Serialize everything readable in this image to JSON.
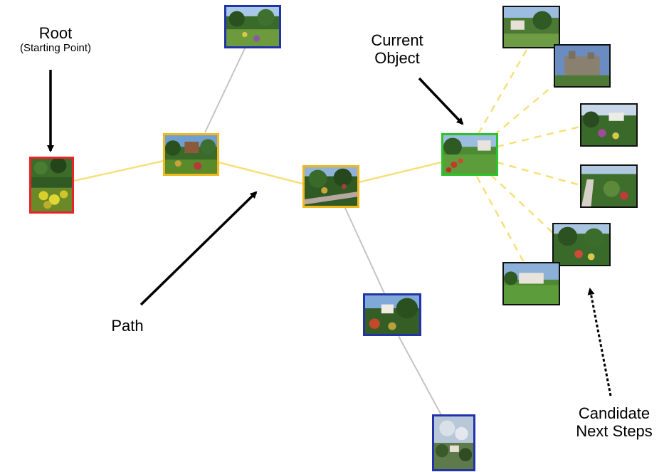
{
  "labels": {
    "root_line1": "Root",
    "root_line2": "(Starting Point)",
    "current_line1": "Current",
    "current_line2": "Object",
    "path": "Path",
    "candidate_line1": "Candidate",
    "candidate_line2": "Next Steps"
  },
  "colors": {
    "root_border": "#e8232a",
    "path_border": "#f0b81c",
    "current_border": "#2ec22e",
    "other_border": "#2233a8",
    "candidate_border": "#111111",
    "path_line": "#f7e07a",
    "other_line": "#c4c4c4",
    "candidate_line": "#f7e07a"
  },
  "nodes": [
    {
      "id": "root",
      "role": "root",
      "scene": "garden-flowers"
    },
    {
      "id": "path1",
      "role": "path",
      "scene": "garden-building"
    },
    {
      "id": "path2",
      "role": "path",
      "scene": "garden-walkway"
    },
    {
      "id": "current",
      "role": "current",
      "scene": "lawn-house"
    },
    {
      "id": "top",
      "role": "other",
      "scene": "garden-bed"
    },
    {
      "id": "mid-low",
      "role": "other",
      "scene": "house-trees"
    },
    {
      "id": "bottom",
      "role": "other",
      "scene": "cloudy-hill"
    },
    {
      "id": "cand1",
      "role": "candidate",
      "scene": "hillside-house"
    },
    {
      "id": "cand2",
      "role": "candidate",
      "scene": "stone-castle"
    },
    {
      "id": "cand3",
      "role": "candidate",
      "scene": "flower-bed"
    },
    {
      "id": "cand4",
      "role": "candidate",
      "scene": "garden-path"
    },
    {
      "id": "cand5",
      "role": "candidate",
      "scene": "trees-garden"
    },
    {
      "id": "cand6",
      "role": "candidate",
      "scene": "manor-lawn"
    }
  ]
}
